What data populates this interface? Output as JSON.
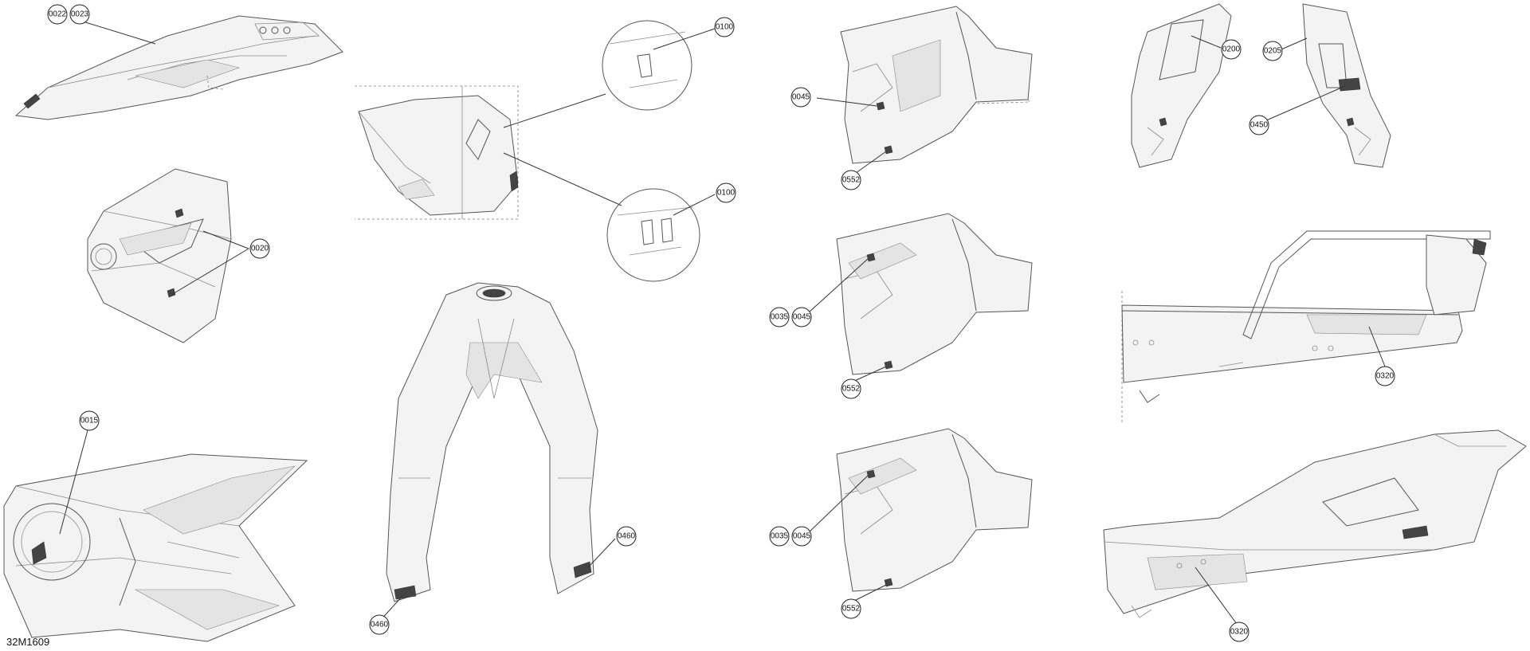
{
  "drawing_number": "32M1609",
  "callouts": {
    "c0022": "0022",
    "c0023": "0023",
    "c0020": "0020",
    "c0015": "0015",
    "c0100a": "0100",
    "c0100b": "0100",
    "c0460a": "0460",
    "c0460b": "0460",
    "c0045a": "0045",
    "c0552a": "0552",
    "c0035b": "0035",
    "c0045b": "0045",
    "c0552b": "0552",
    "c0035c": "0035",
    "c0045c": "0045",
    "c0552c": "0552",
    "c0200": "0200",
    "c0205": "0205",
    "c0450": "0450",
    "c0320a": "0320",
    "c0320b": "0320"
  }
}
